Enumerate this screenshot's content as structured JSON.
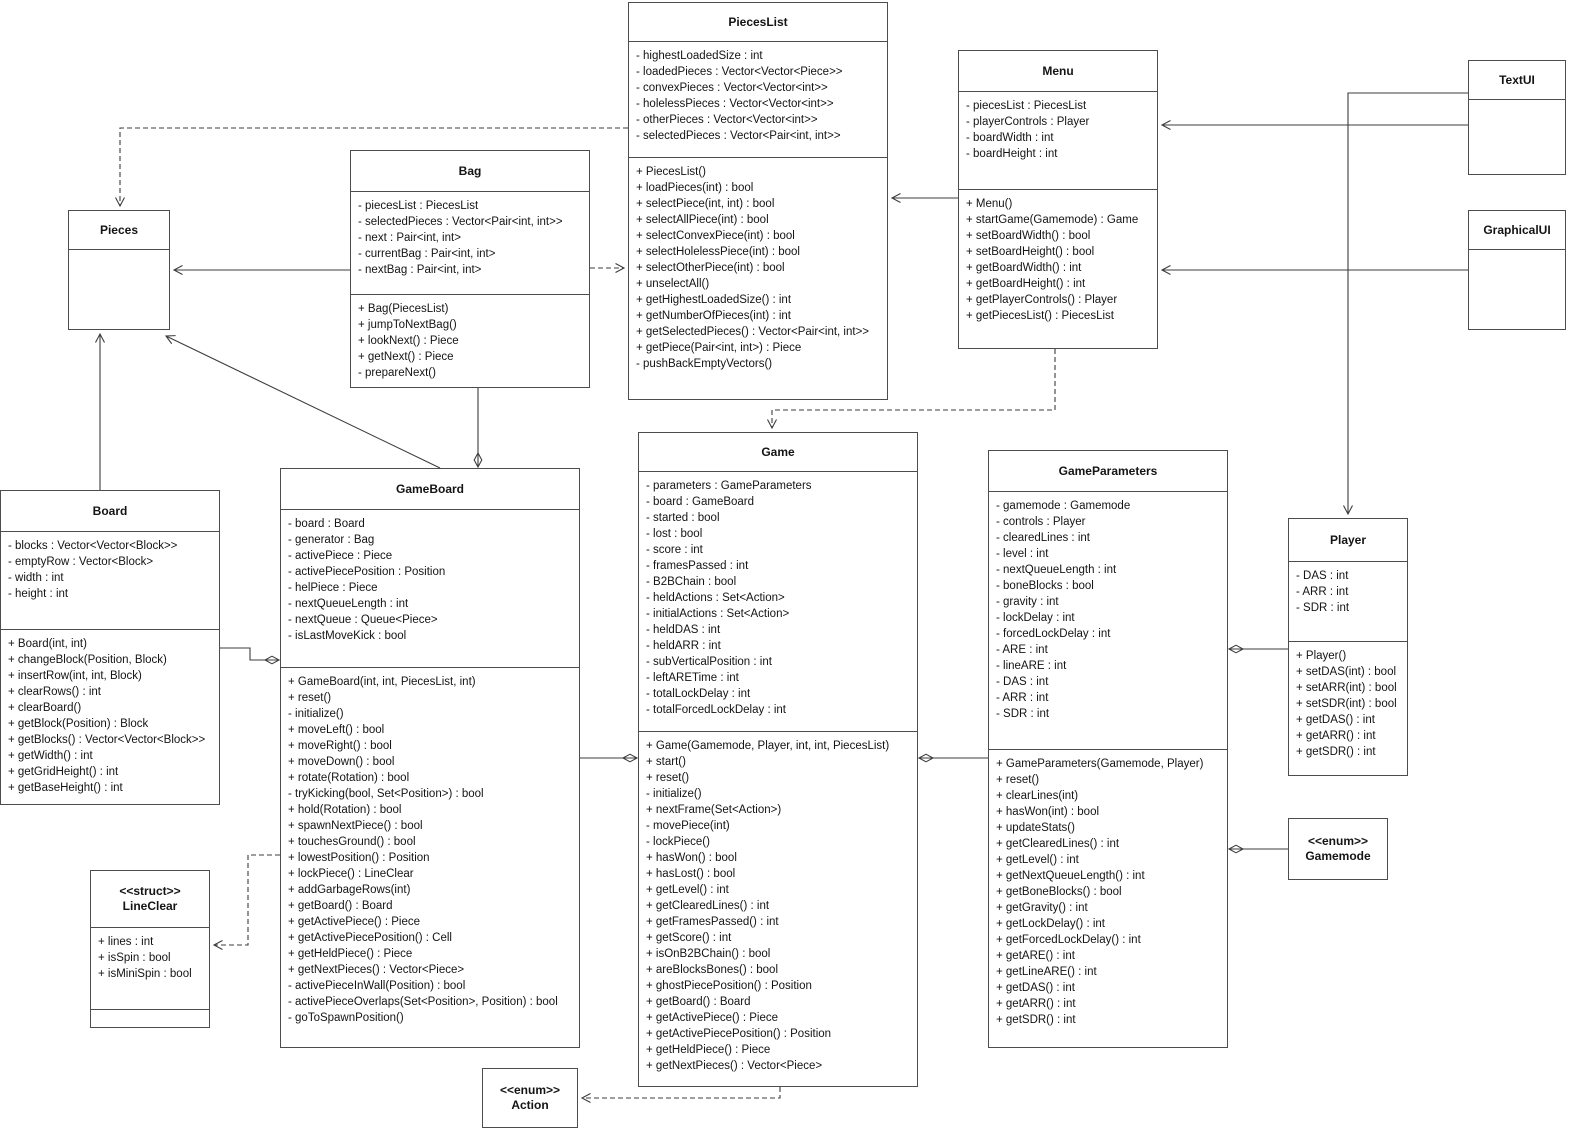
{
  "diagram": {
    "type": "uml-class-diagram",
    "classes": {
      "piecesList": {
        "name": "PiecesList",
        "attributes": [
          "- highestLoadedSize : int",
          "- loadedPieces : Vector<Vector<Piece>>",
          "- convexPieces : Vector<Vector<int>>",
          "- holelessPieces : Vector<Vector<int>>",
          "- otherPieces : Vector<Vector<int>>",
          "- selectedPieces : Vector<Pair<int, int>>"
        ],
        "methods": [
          "+ PiecesList()",
          "+ loadPieces(int) : bool",
          "+ selectPiece(int, int) : bool",
          "+ selectAllPiece(int) : bool",
          "+ selectConvexPiece(int) : bool",
          "+ selectHolelessPiece(int) : bool",
          "+ selectOtherPiece(int) : bool",
          "+ unselectAll()",
          "+ getHighestLoadedSize() : int",
          "+ getNumberOfPieces(int) : int",
          "+ getSelectedPieces() : Vector<Pair<int, int>>",
          "+ getPiece(Pair<int, int>) : Piece",
          "- pushBackEmptyVectors()"
        ]
      },
      "menu": {
        "name": "Menu",
        "attributes": [
          "- piecesList : PiecesList",
          "- playerControls : Player",
          "- boardWidth : int",
          "- boardHeight : int"
        ],
        "methods": [
          "+ Menu()",
          "+ startGame(Gamemode) : Game",
          "+ setBoardWidth() : bool",
          "+ setBoardHeight() : bool",
          "+ getBoardWidth() : int",
          "+ getBoardHeight() : int",
          "+ getPlayerControls() : Player",
          "+ getPiecesList() : PiecesList"
        ]
      },
      "textUI": {
        "name": "TextUI"
      },
      "graphicalUI": {
        "name": "GraphicalUI"
      },
      "pieces": {
        "name": "Pieces"
      },
      "bag": {
        "name": "Bag",
        "attributes": [
          "- piecesList : PiecesList",
          "- selectedPieces : Vector<Pair<int, int>>",
          "- next : Pair<int, int>",
          "- currentBag : Pair<int, int>",
          "- nextBag : Pair<int, int>"
        ],
        "methods": [
          "+ Bag(PiecesList)",
          "+ jumpToNextBag()",
          "+ lookNext() : Piece",
          "+ getNext() : Piece",
          "- prepareNext()"
        ]
      },
      "board": {
        "name": "Board",
        "attributes": [
          "- blocks : Vector<Vector<Block>>",
          "- emptyRow : Vector<Block>",
          "- width : int",
          "- height : int"
        ],
        "methods": [
          "+ Board(int, int)",
          "+ changeBlock(Position, Block)",
          "+ insertRow(int, int, Block)",
          "+ clearRows() : int",
          "+ clearBoard()",
          "+ getBlock(Position) : Block",
          "+ getBlocks() : Vector<Vector<Block>>",
          "+ getWidth() : int",
          "+ getGridHeight() : int",
          "+ getBaseHeight() : int"
        ]
      },
      "gameBoard": {
        "name": "GameBoard",
        "attributes": [
          "- board : Board",
          "- generator : Bag",
          "- activePiece : Piece",
          "- activePiecePosition : Position",
          "- helPiece : Piece",
          "- nextQueueLength : int",
          "- nextQueue : Queue<Piece>",
          "- isLastMoveKick : bool"
        ],
        "methods": [
          "+ GameBoard(int, int, PiecesList, int)",
          "+ reset()",
          "- initialize()",
          "+ moveLeft() : bool",
          "+ moveRight() : bool",
          "+ moveDown() : bool",
          "+ rotate(Rotation) : bool",
          "- tryKicking(bool, Set<Position>) : bool",
          "+ hold(Rotation) : bool",
          "+ spawnNextPiece() : bool",
          "+ touchesGround() : bool",
          "+ lowestPosition() : Position",
          "+ lockPiece() : LineClear",
          "+ addGarbageRows(int)",
          "+ getBoard() : Board",
          "+ getActivePiece() : Piece",
          "+ getActivePiecePosition() : Cell",
          "+ getHeldPiece() : Piece",
          "+ getNextPieces() : Vector<Piece>",
          "- activePieceInWall(Position) : bool",
          "- activePieceOverlaps(Set<Position>, Position) : bool",
          "- goToSpawnPosition()"
        ]
      },
      "game": {
        "name": "Game",
        "attributes": [
          "- parameters : GameParameters",
          "- board : GameBoard",
          "- started : bool",
          "- lost : bool",
          "- score : int",
          "- framesPassed : int",
          "- B2BChain : bool",
          "- heldActions : Set<Action>",
          "- initialActions : Set<Action>",
          "- heldDAS : int",
          "- heldARR : int",
          "- subVerticalPosition : int",
          "- leftARETime : int",
          "- totalLockDelay : int",
          "- totalForcedLockDelay : int"
        ],
        "methods": [
          "+ Game(Gamemode, Player, int, int, PiecesList)",
          "+ start()",
          "+ reset()",
          "- initialize()",
          "+ nextFrame(Set<Action>)",
          "- movePiece(int)",
          "- lockPiece()",
          "+ hasWon() : bool",
          "+ hasLost() : bool",
          "+ getLevel() : int",
          "+ getClearedLines() : int",
          "+ getFramesPassed() : int",
          "+ getScore() : int",
          "+ isOnB2BChain() : bool",
          "+ areBlocksBones() : bool",
          "+ ghostPiecePosition() : Position",
          "+ getBoard() : Board",
          "+ getActivePiece() : Piece",
          "+ getActivePiecePosition() : Position",
          "+ getHeldPiece() : Piece",
          "+ getNextPieces() : Vector<Piece>"
        ]
      },
      "gameParameters": {
        "name": "GameParameters",
        "attributes": [
          "- gamemode : Gamemode",
          "- controls : Player",
          "- clearedLines : int",
          "- level : int",
          "- nextQueueLength : int",
          "- boneBlocks : bool",
          "- gravity : int",
          "- lockDelay : int",
          "- forcedLockDelay : int",
          "- ARE : int",
          "- lineARE : int",
          "- DAS : int",
          "- ARR : int",
          "- SDR : int"
        ],
        "methods": [
          "+ GameParameters(Gamemode, Player)",
          "+ reset()",
          "+ clearLines(int)",
          "+ hasWon(int) : bool",
          "+ updateStats()",
          "+ getClearedLines() : int",
          "+ getLevel() : int",
          "+ getNextQueueLength() : int",
          "+ getBoneBlocks() : bool",
          "+ getGravity() : int",
          "+ getLockDelay() : int",
          "+ getForcedLockDelay() : int",
          "+ getARE() : int",
          "+ getLineARE() : int",
          "+ getDAS() : int",
          "+ getARR() : int",
          "+ getSDR() : int"
        ]
      },
      "player": {
        "name": "Player",
        "attributes": [
          "- DAS : int",
          "- ARR : int",
          "- SDR : int"
        ],
        "methods": [
          "+ Player()",
          "+ setDAS(int) : bool",
          "+ setARR(int) : bool",
          "+ setSDR(int) : bool",
          "+ getDAS() : int",
          "+ getARR() : int",
          "+ getSDR() : int"
        ]
      },
      "lineClear": {
        "stereotype": "<<struct>>",
        "name": "LineClear",
        "fields": [
          "+ lines : int",
          "+ isSpin : bool",
          "+ isMiniSpin : bool"
        ]
      },
      "action": {
        "stereotype": "<<enum>>",
        "name": "Action"
      },
      "gamemode": {
        "stereotype": "<<enum>>",
        "name": "Gamemode"
      }
    },
    "relations": [
      {
        "from": "PiecesList",
        "to": "Pieces",
        "type": "dependency"
      },
      {
        "from": "Bag",
        "to": "PiecesList",
        "type": "dependency"
      },
      {
        "from": "Bag",
        "to": "Pieces",
        "type": "association"
      },
      {
        "from": "Menu",
        "to": "PiecesList",
        "type": "association"
      },
      {
        "from": "TextUI",
        "to": "Menu",
        "type": "association"
      },
      {
        "from": "GraphicalUI",
        "to": "Menu",
        "type": "association"
      },
      {
        "from": "TextUI",
        "to": "Player",
        "type": "association"
      },
      {
        "from": "Menu",
        "to": "Game",
        "type": "dependency"
      },
      {
        "from": "Board",
        "to": "Pieces",
        "type": "association"
      },
      {
        "from": "GameBoard",
        "to": "Pieces",
        "type": "association"
      },
      {
        "from": "GameBoard",
        "to": "Bag",
        "type": "composition"
      },
      {
        "from": "GameBoard",
        "to": "Board",
        "type": "composition"
      },
      {
        "from": "Game",
        "to": "GameBoard",
        "type": "composition"
      },
      {
        "from": "Game",
        "to": "GameParameters",
        "type": "composition"
      },
      {
        "from": "GameParameters",
        "to": "Player",
        "type": "composition"
      },
      {
        "from": "GameParameters",
        "to": "Gamemode",
        "type": "composition"
      },
      {
        "from": "GameBoard",
        "to": "LineClear",
        "type": "dependency"
      },
      {
        "from": "Game",
        "to": "Action",
        "type": "dependency"
      }
    ]
  }
}
